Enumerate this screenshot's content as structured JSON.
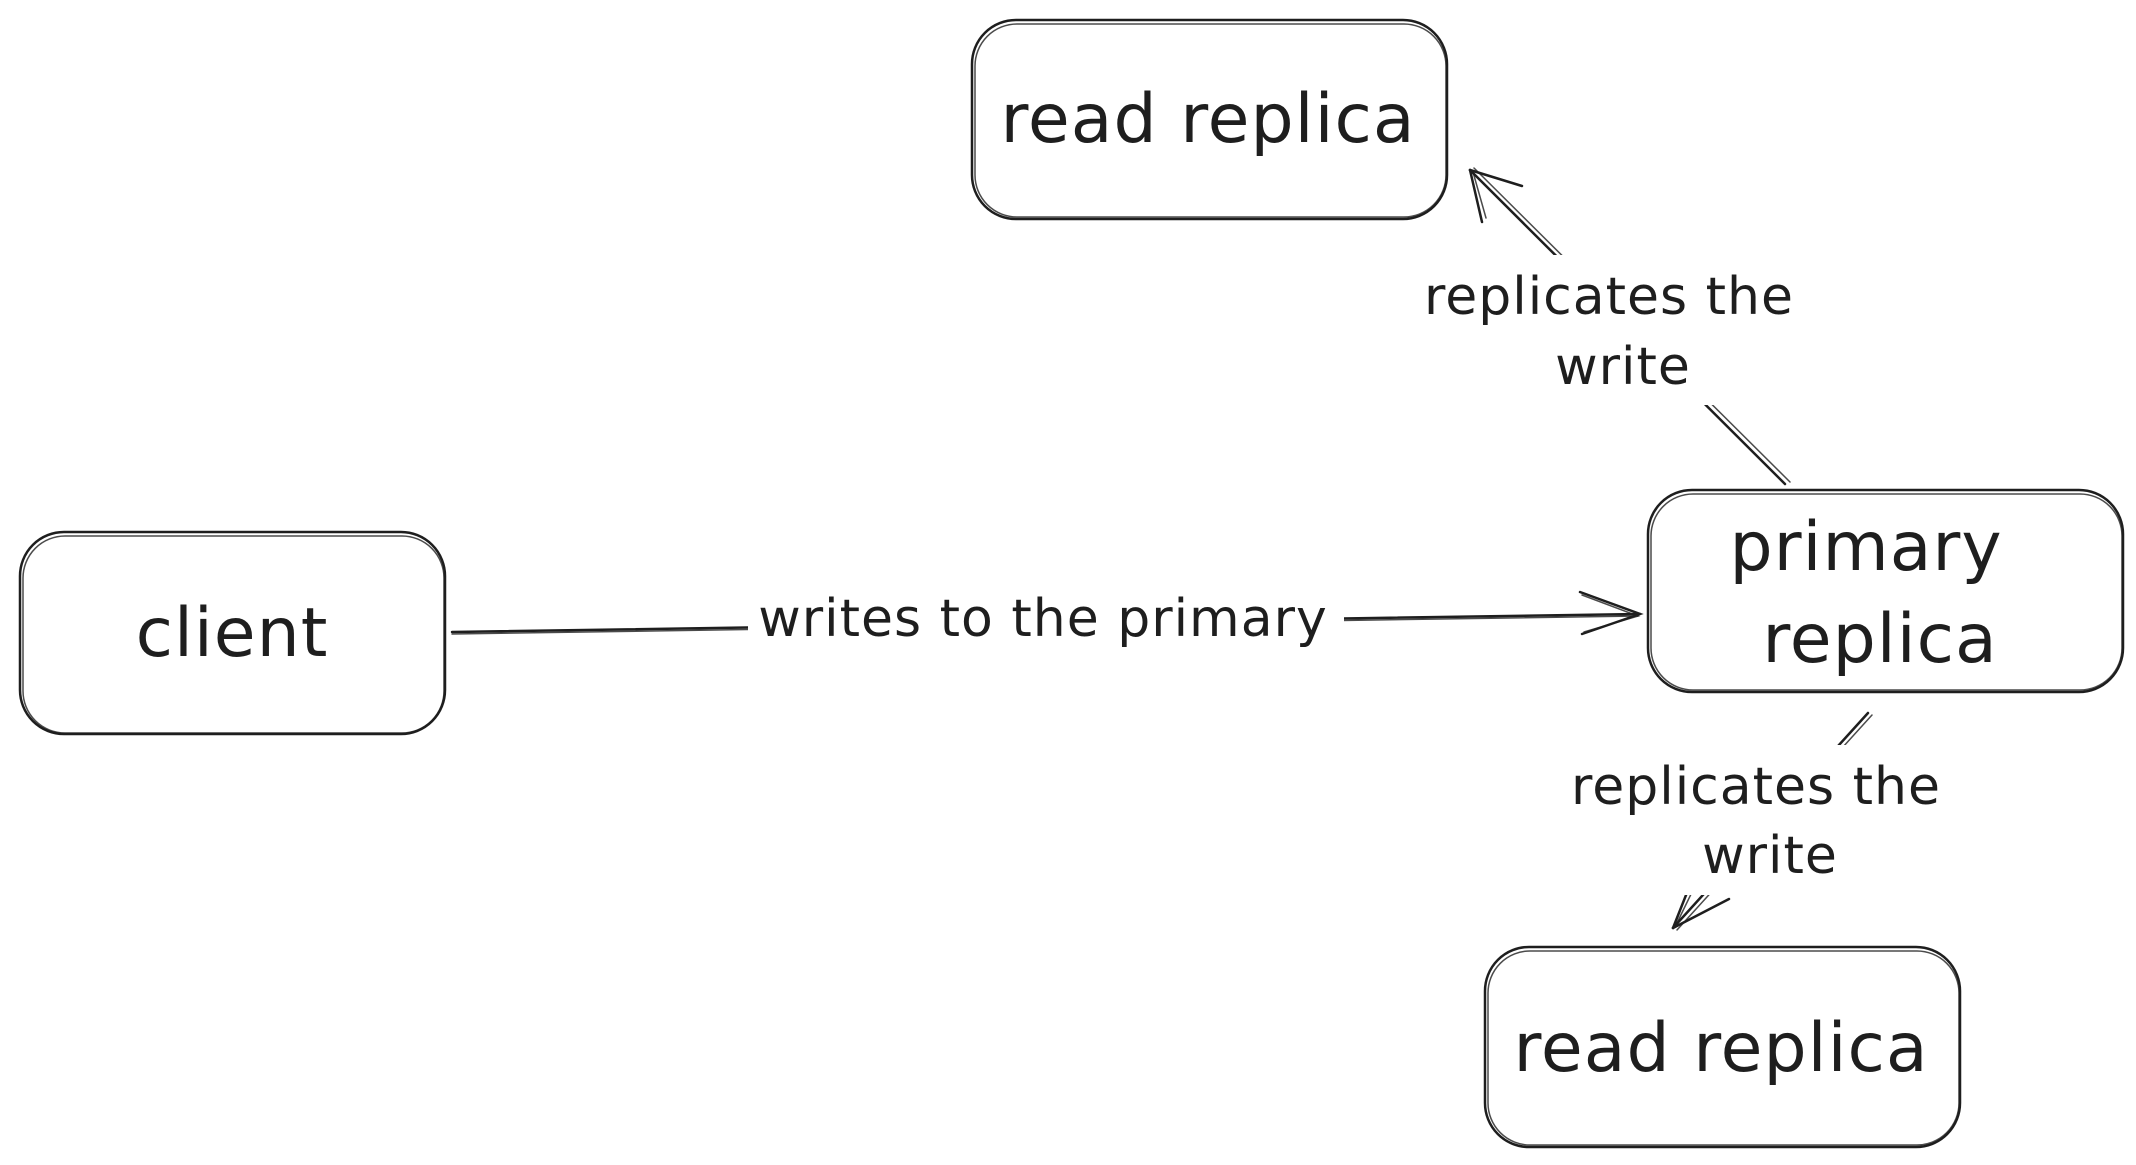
{
  "nodes": {
    "client": {
      "label": "client"
    },
    "primary": {
      "line1": "primary",
      "line2": "replica"
    },
    "read_top": {
      "label": "read replica"
    },
    "read_bottom": {
      "label": "read replica"
    }
  },
  "edges": {
    "client_to_primary": {
      "label": "writes to the primary"
    },
    "primary_to_top": {
      "line1": "replicates the",
      "line2": "write"
    },
    "primary_to_bottom": {
      "line1": "replicates the",
      "line2": "write"
    }
  },
  "colors": {
    "stroke": "#1e1e1e",
    "background": "#ffffff"
  }
}
